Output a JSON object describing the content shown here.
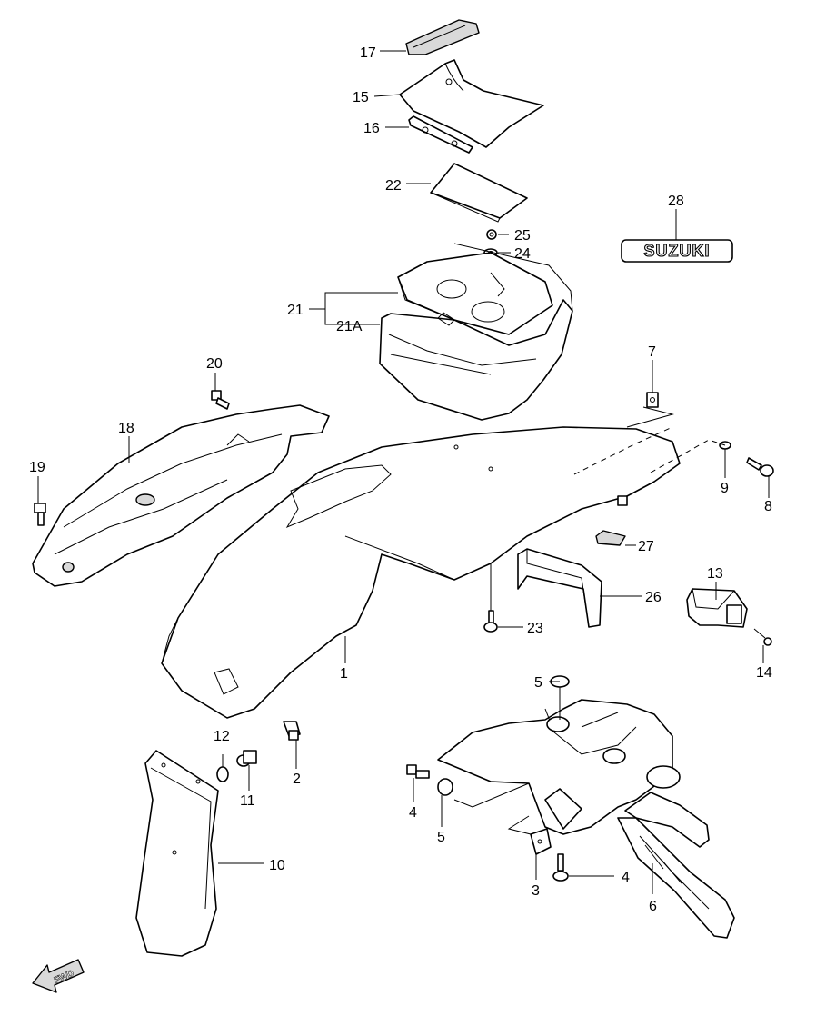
{
  "callouts": {
    "c1": "1",
    "c2": "2",
    "c3": "3",
    "c4a": "4",
    "c4b": "4",
    "c5a": "5",
    "c5b": "5",
    "c6": "6",
    "c7": "7",
    "c8": "8",
    "c9": "9",
    "c10": "10",
    "c11": "11",
    "c12": "12",
    "c13": "13",
    "c14": "14",
    "c15": "15",
    "c16": "16",
    "c17": "17",
    "c18": "18",
    "c19": "19",
    "c20": "20",
    "c21": "21",
    "c21a": "21A",
    "c22": "22",
    "c23": "23",
    "c24": "24",
    "c25": "25",
    "c26": "26",
    "c27": "27",
    "c28": "28"
  },
  "emblem_text": "SUZUKI",
  "direction_arrow_text": "FWD"
}
